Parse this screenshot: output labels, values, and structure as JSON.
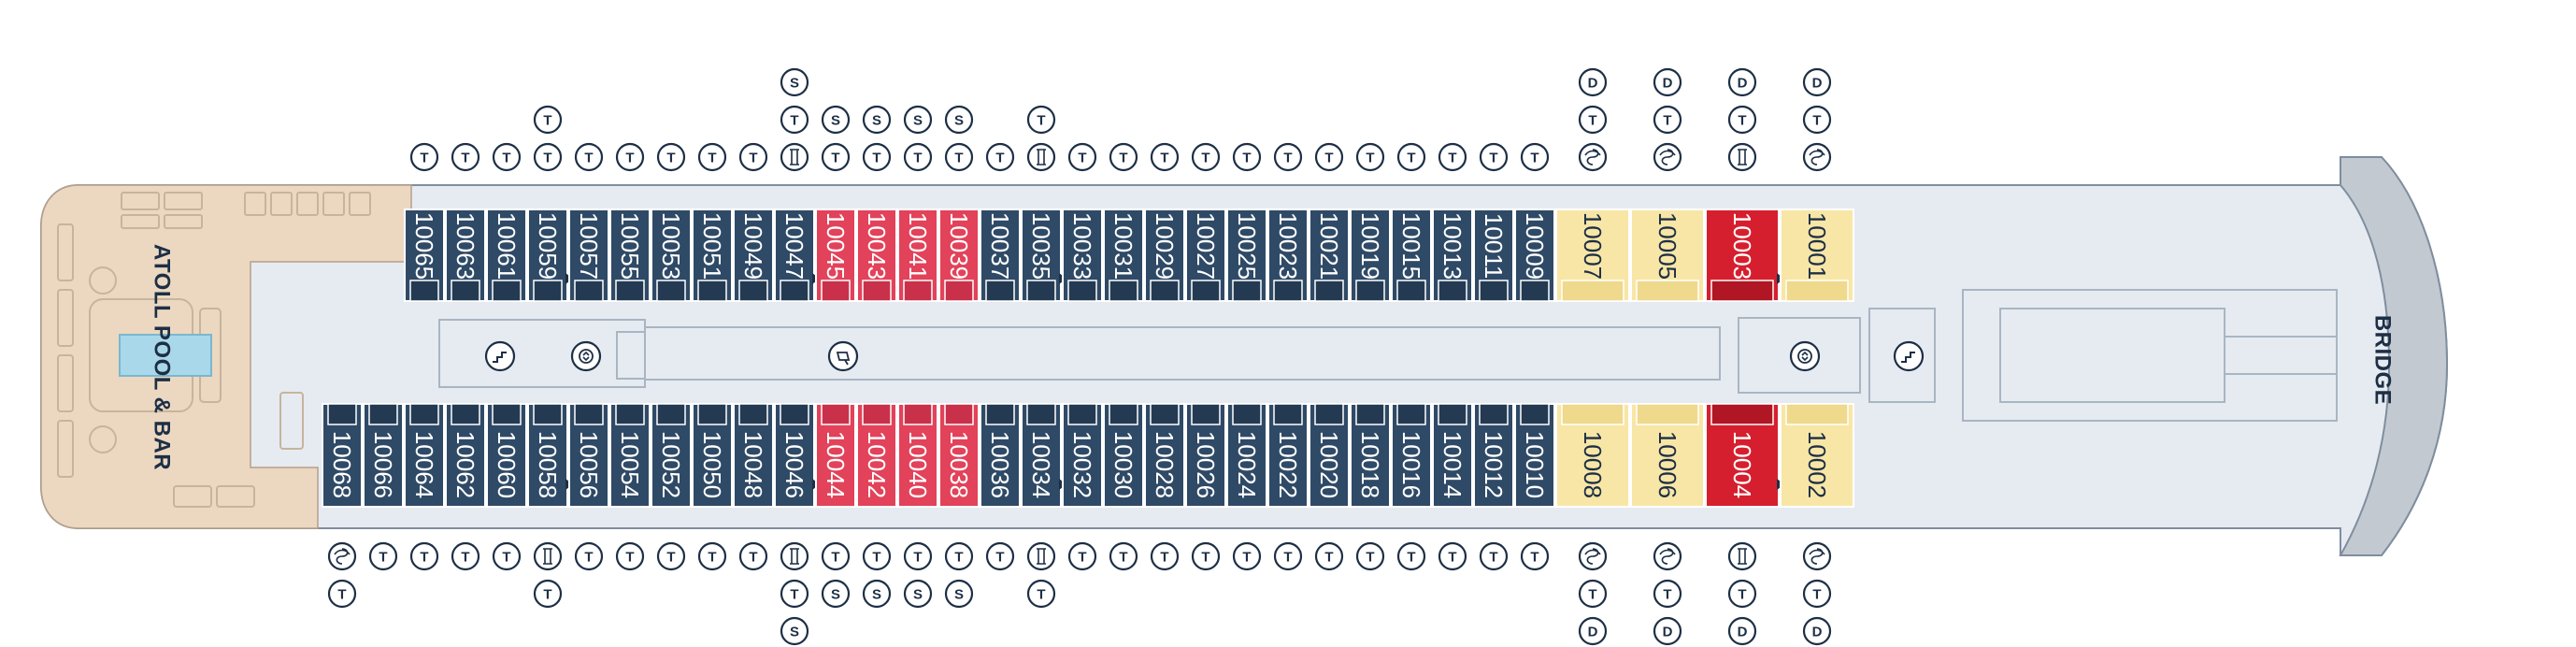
{
  "labels": {
    "pool": "ATOLL POOL & BAR",
    "bridge": "BRIDGE"
  },
  "colors": {
    "navy": "#2f4a66",
    "red": "#e2425a",
    "dark_red": "#d61f2e",
    "yellow": "#f8e6a6",
    "hull": "#e6ebf1",
    "deck": "#ecd8c1",
    "pool": "#a9d8ea",
    "symbol": "#1d2f45"
  },
  "legend_icons": {
    "T": "twin-beds-icon",
    "S": "sofa-bed-icon",
    "D": "double-bed-icon",
    "wheelchair": "wheelchair-accessible-icon",
    "spa": "spa-access-icon",
    "connecting": "connecting-cabin-icon",
    "stairs": "stairs-icon",
    "elevator": "elevator-icon",
    "toilet": "public-toilet-icon"
  },
  "cabins_top": [
    {
      "num": "10065",
      "cat": "navy",
      "above": [
        "T"
      ]
    },
    {
      "num": "10063",
      "cat": "navy",
      "above": [
        "T"
      ]
    },
    {
      "num": "10061",
      "cat": "navy",
      "above": [
        "T"
      ]
    },
    {
      "num": "10059",
      "cat": "navy",
      "above": [
        "T",
        "T"
      ],
      "arrow": true
    },
    {
      "num": "10057",
      "cat": "navy",
      "above": [
        "T"
      ]
    },
    {
      "num": "10055",
      "cat": "navy",
      "above": [
        "T"
      ]
    },
    {
      "num": "10053",
      "cat": "navy",
      "above": [
        "T"
      ]
    },
    {
      "num": "10051",
      "cat": "navy",
      "above": [
        "T"
      ]
    },
    {
      "num": "10049",
      "cat": "navy",
      "above": [
        "T"
      ]
    },
    {
      "num": "10047",
      "cat": "navy",
      "above": [
        "wheelchair",
        "T",
        "S"
      ],
      "arrow": true
    },
    {
      "num": "10045",
      "cat": "red",
      "above": [
        "T",
        "S"
      ]
    },
    {
      "num": "10043",
      "cat": "red",
      "above": [
        "T",
        "S"
      ]
    },
    {
      "num": "10041",
      "cat": "red",
      "above": [
        "T",
        "S"
      ]
    },
    {
      "num": "10039",
      "cat": "red",
      "above": [
        "T",
        "S"
      ]
    },
    {
      "num": "10037",
      "cat": "navy",
      "above": [
        "T"
      ]
    },
    {
      "num": "10035",
      "cat": "navy",
      "above": [
        "wheelchair",
        "T"
      ],
      "arrow": true
    },
    {
      "num": "10033",
      "cat": "navy",
      "above": [
        "T"
      ]
    },
    {
      "num": "10031",
      "cat": "navy",
      "above": [
        "T"
      ]
    },
    {
      "num": "10029",
      "cat": "navy",
      "above": [
        "T"
      ]
    },
    {
      "num": "10027",
      "cat": "navy",
      "above": [
        "T"
      ]
    },
    {
      "num": "10025",
      "cat": "navy",
      "above": [
        "T"
      ]
    },
    {
      "num": "10023",
      "cat": "navy",
      "above": [
        "T"
      ]
    },
    {
      "num": "10021",
      "cat": "navy",
      "above": [
        "T"
      ]
    },
    {
      "num": "10019",
      "cat": "navy",
      "above": [
        "T"
      ]
    },
    {
      "num": "10015",
      "cat": "navy",
      "above": [
        "T"
      ]
    },
    {
      "num": "10013",
      "cat": "navy",
      "above": [
        "T"
      ]
    },
    {
      "num": "10011",
      "cat": "navy",
      "above": [
        "T"
      ]
    },
    {
      "num": "10009",
      "cat": "navy",
      "above": [
        "T"
      ]
    },
    {
      "num": "10007",
      "cat": "yellow",
      "above": [
        "spa",
        "T",
        "D"
      ]
    },
    {
      "num": "10005",
      "cat": "yellow",
      "above": [
        "spa",
        "T",
        "D"
      ]
    },
    {
      "num": "10003",
      "cat": "dark_red",
      "above": [
        "wheelchair",
        "T",
        "D"
      ],
      "arrow": true
    },
    {
      "num": "10001",
      "cat": "yellow",
      "above": [
        "spa",
        "T",
        "D"
      ]
    }
  ],
  "cabins_bottom": [
    {
      "num": "10068",
      "cat": "navy",
      "below": [
        "spa",
        "T"
      ]
    },
    {
      "num": "10066",
      "cat": "navy",
      "below": [
        "T"
      ]
    },
    {
      "num": "10064",
      "cat": "navy",
      "below": [
        "T"
      ]
    },
    {
      "num": "10062",
      "cat": "navy",
      "below": [
        "T"
      ]
    },
    {
      "num": "10060",
      "cat": "navy",
      "below": [
        "T"
      ]
    },
    {
      "num": "10058",
      "cat": "navy",
      "below": [
        "wheelchair",
        "T"
      ],
      "arrow": true
    },
    {
      "num": "10056",
      "cat": "navy",
      "below": [
        "T"
      ]
    },
    {
      "num": "10054",
      "cat": "navy",
      "below": [
        "T"
      ]
    },
    {
      "num": "10052",
      "cat": "navy",
      "below": [
        "T"
      ]
    },
    {
      "num": "10050",
      "cat": "navy",
      "below": [
        "T"
      ]
    },
    {
      "num": "10048",
      "cat": "navy",
      "below": [
        "T"
      ]
    },
    {
      "num": "10046",
      "cat": "navy",
      "below": [
        "wheelchair",
        "T",
        "S"
      ],
      "arrow": true
    },
    {
      "num": "10044",
      "cat": "red",
      "below": [
        "T",
        "S"
      ]
    },
    {
      "num": "10042",
      "cat": "red",
      "below": [
        "T",
        "S"
      ]
    },
    {
      "num": "10040",
      "cat": "red",
      "below": [
        "T",
        "S"
      ]
    },
    {
      "num": "10038",
      "cat": "red",
      "below": [
        "T",
        "S"
      ]
    },
    {
      "num": "10036",
      "cat": "navy",
      "below": [
        "T"
      ]
    },
    {
      "num": "10034",
      "cat": "navy",
      "below": [
        "wheelchair",
        "T"
      ],
      "arrow": true
    },
    {
      "num": "10032",
      "cat": "navy",
      "below": [
        "T"
      ]
    },
    {
      "num": "10030",
      "cat": "navy",
      "below": [
        "T"
      ]
    },
    {
      "num": "10028",
      "cat": "navy",
      "below": [
        "T"
      ]
    },
    {
      "num": "10026",
      "cat": "navy",
      "below": [
        "T"
      ]
    },
    {
      "num": "10024",
      "cat": "navy",
      "below": [
        "T"
      ]
    },
    {
      "num": "10022",
      "cat": "navy",
      "below": [
        "T"
      ]
    },
    {
      "num": "10020",
      "cat": "navy",
      "below": [
        "T"
      ]
    },
    {
      "num": "10018",
      "cat": "navy",
      "below": [
        "T"
      ]
    },
    {
      "num": "10016",
      "cat": "navy",
      "below": [
        "T"
      ]
    },
    {
      "num": "10014",
      "cat": "navy",
      "below": [
        "T"
      ]
    },
    {
      "num": "10012",
      "cat": "navy",
      "below": [
        "T"
      ]
    },
    {
      "num": "10010",
      "cat": "navy",
      "below": [
        "T"
      ]
    },
    {
      "num": "10008",
      "cat": "yellow",
      "below": [
        "spa",
        "T",
        "D"
      ]
    },
    {
      "num": "10006",
      "cat": "yellow",
      "below": [
        "spa",
        "T",
        "D"
      ]
    },
    {
      "num": "10004",
      "cat": "dark_red",
      "below": [
        "wheelchair",
        "T",
        "D"
      ],
      "arrow": true
    },
    {
      "num": "10002",
      "cat": "yellow",
      "below": [
        "spa",
        "T",
        "D"
      ]
    }
  ]
}
